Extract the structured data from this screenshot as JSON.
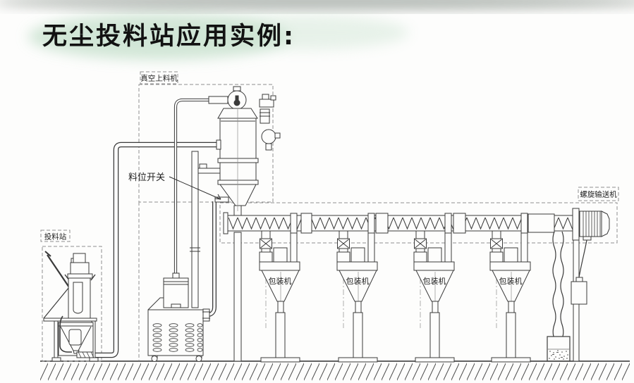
{
  "header": {
    "title": "无尘投料站应用实例:"
  },
  "labels": {
    "vacuum_feeder": "真空上料机",
    "level_switch": "料位开关",
    "feeding_station": "投料站",
    "screw_conveyor": "螺旋输送机"
  },
  "machines": [
    {
      "label": "包装机"
    },
    {
      "label": "包装机"
    },
    {
      "label": "包装机"
    },
    {
      "label": "包装机"
    }
  ],
  "colors": {
    "line": "#3a3a3a",
    "dashed_box": "#8f8f8f",
    "title_wash_green": "#cde4d3",
    "paper": "#fdfdfc",
    "text": "#1e1e1e"
  }
}
